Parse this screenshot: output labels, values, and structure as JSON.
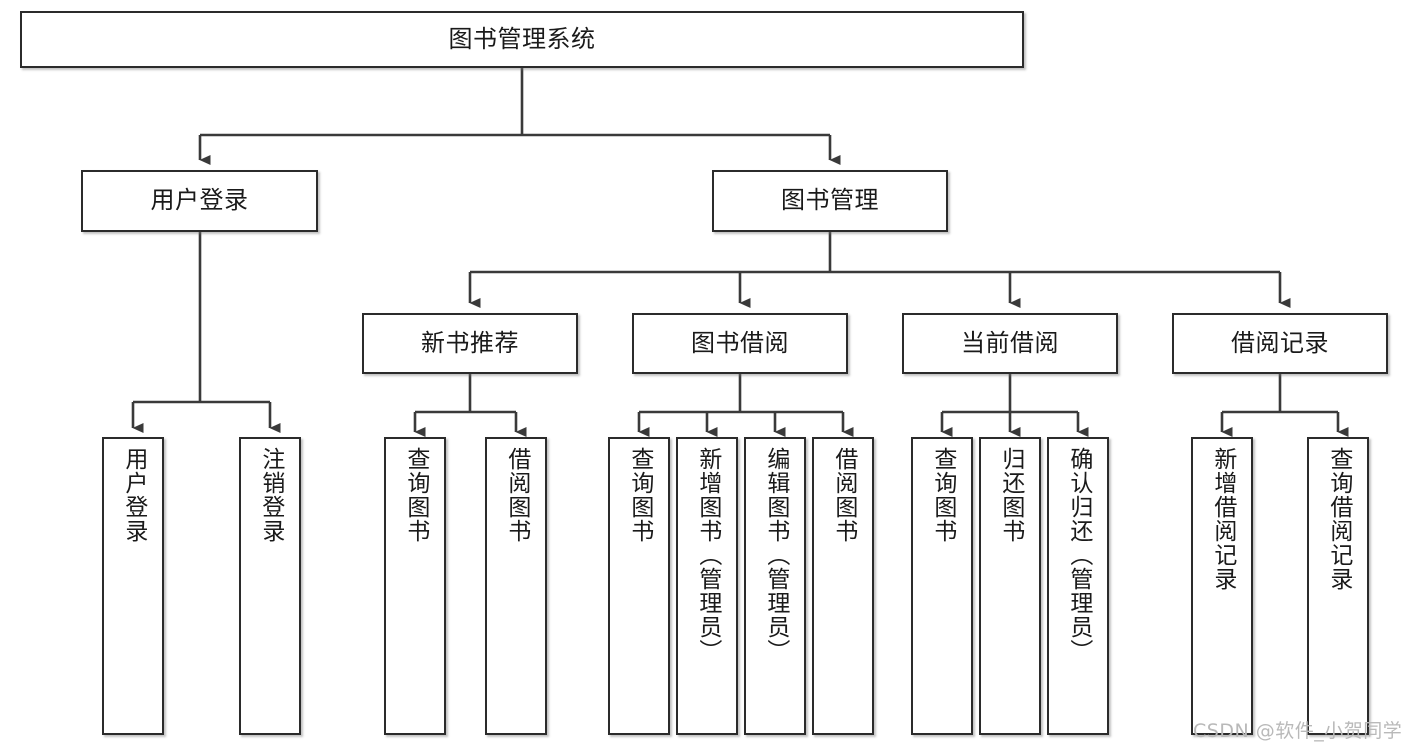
{
  "diagram": {
    "type": "tree-hierarchy",
    "title": "图书管理系统",
    "watermark": "CSDN @软件_小贺同学",
    "colors": {
      "box_border": "#2b2b2b",
      "box_fill": "#ffffff",
      "connector": "#3a3a3a",
      "text": "#1a1a1a",
      "watermark": "#b9b9b9",
      "background": "#ffffff"
    },
    "levels": {
      "root": {
        "label": "图书管理系统"
      },
      "level2": [
        {
          "id": "user-login",
          "label": "用户登录"
        },
        {
          "id": "book-manage",
          "label": "图书管理"
        }
      ],
      "level3": [
        {
          "id": "new-book-recommend",
          "label": "新书推荐",
          "parent": "book-manage"
        },
        {
          "id": "book-borrow",
          "label": "图书借阅",
          "parent": "book-manage"
        },
        {
          "id": "current-borrow",
          "label": "当前借阅",
          "parent": "book-manage"
        },
        {
          "id": "borrow-record",
          "label": "借阅记录",
          "parent": "book-manage"
        }
      ],
      "leaves": [
        {
          "id": "leaf-user-login",
          "label": "用户登录",
          "parent": "user-login"
        },
        {
          "id": "leaf-logout",
          "label": "注销登录",
          "parent": "user-login"
        },
        {
          "id": "leaf-query-book-1",
          "label": "查询图书",
          "parent": "new-book-recommend"
        },
        {
          "id": "leaf-borrow-book-1",
          "label": "借阅图书",
          "parent": "new-book-recommend"
        },
        {
          "id": "leaf-query-book-2",
          "label": "查询图书",
          "parent": "book-borrow"
        },
        {
          "id": "leaf-add-book",
          "label": "新增图书（管理员）",
          "parent": "book-borrow"
        },
        {
          "id": "leaf-edit-book",
          "label": "编辑图书（管理员）",
          "parent": "book-borrow"
        },
        {
          "id": "leaf-borrow-book-2",
          "label": "借阅图书",
          "parent": "book-borrow"
        },
        {
          "id": "leaf-query-book-3",
          "label": "查询图书",
          "parent": "current-borrow"
        },
        {
          "id": "leaf-return-book",
          "label": "归还图书",
          "parent": "current-borrow"
        },
        {
          "id": "leaf-confirm-return",
          "label": "确认归还（管理员）",
          "parent": "current-borrow"
        },
        {
          "id": "leaf-add-record",
          "label": "新增借阅记录",
          "parent": "borrow-record"
        },
        {
          "id": "leaf-query-record",
          "label": "查询借阅记录",
          "parent": "borrow-record"
        }
      ]
    }
  }
}
